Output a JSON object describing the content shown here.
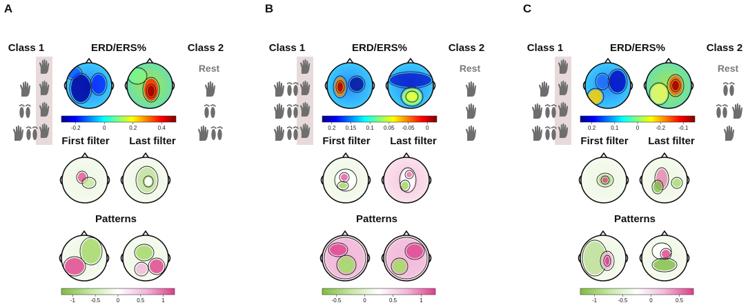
{
  "panels": [
    {
      "letter": "A",
      "class1": "Class 1",
      "class2": "Class 2",
      "title": "ERD/ERS%",
      "rest": "Rest",
      "first_filter": "First filter",
      "last_filter": "Last filter",
      "patterns": "Patterns",
      "erd_ticks": [
        "-0.2",
        "0",
        "0.2",
        "0.4"
      ],
      "pat_ticks": [
        "-1",
        "-0.5",
        "0",
        "0.5",
        "1"
      ],
      "class1_icons": [
        "hand",
        "foot",
        "hand-foot"
      ],
      "class2_icons": [
        "hand",
        "foot",
        "hand-foot"
      ]
    },
    {
      "letter": "B",
      "class1": "Class 1",
      "class2": "Class 2",
      "title": "ERD/ERS%",
      "rest": "Rest",
      "first_filter": "First filter",
      "last_filter": "Last filter",
      "patterns": "Patterns",
      "erd_ticks": [
        "0.2",
        "0.15",
        "0.1",
        "0.05",
        "-0.05",
        "0"
      ],
      "pat_ticks": [
        "-0.5",
        "0",
        "0.5",
        "1"
      ],
      "class1_icons": [
        "hand-foot",
        "hand-foot",
        "hand-foot"
      ],
      "class2_icons": [
        "hand",
        "hand",
        "hand"
      ]
    },
    {
      "letter": "C",
      "class1": "Class 1",
      "class2": "Class 2",
      "title": "ERD/ERS%",
      "rest": "Rest",
      "first_filter": "First filter",
      "last_filter": "Last filter",
      "patterns": "Patterns",
      "erd_ticks": [
        "0.2",
        "0.1",
        "0",
        "-0.2",
        "-0.1"
      ],
      "pat_ticks": [
        "-1",
        "-0.5",
        "0",
        "0.5"
      ],
      "class1_icons": [
        "hand",
        "hand-foot",
        "hand-foot"
      ],
      "class2_icons": [
        "foot",
        "foot-hand",
        "hand"
      ]
    }
  ],
  "colors": {
    "jet": [
      "#00008f",
      "#0000ff",
      "#00ffff",
      "#ffff00",
      "#ff0000",
      "#800000"
    ],
    "piyg": [
      "#7fbc41",
      "#c5e6a0",
      "#ffffff",
      "#f1b6da",
      "#de3d8a"
    ],
    "highlight": "#e8dadb",
    "icon": "#6e6e6e",
    "rest_text": "#7a7a7a"
  }
}
